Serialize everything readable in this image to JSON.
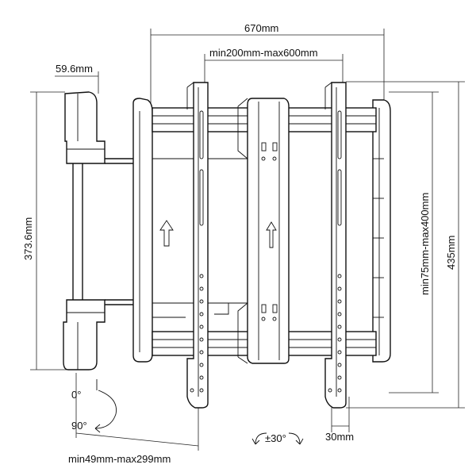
{
  "dimensions": {
    "overall_width": "670mm",
    "vesa_width": "min200mm-max600mm",
    "arm_width": "59.6mm",
    "arm_height": "373.6mm",
    "vesa_height": "min75mm-max400mm",
    "overall_height": "435mm",
    "rail_width": "30mm",
    "depth": "min49mm-max299mm",
    "tilt": "±30°"
  },
  "rotation": {
    "start_angle": "0°",
    "end_angle": "90°"
  }
}
